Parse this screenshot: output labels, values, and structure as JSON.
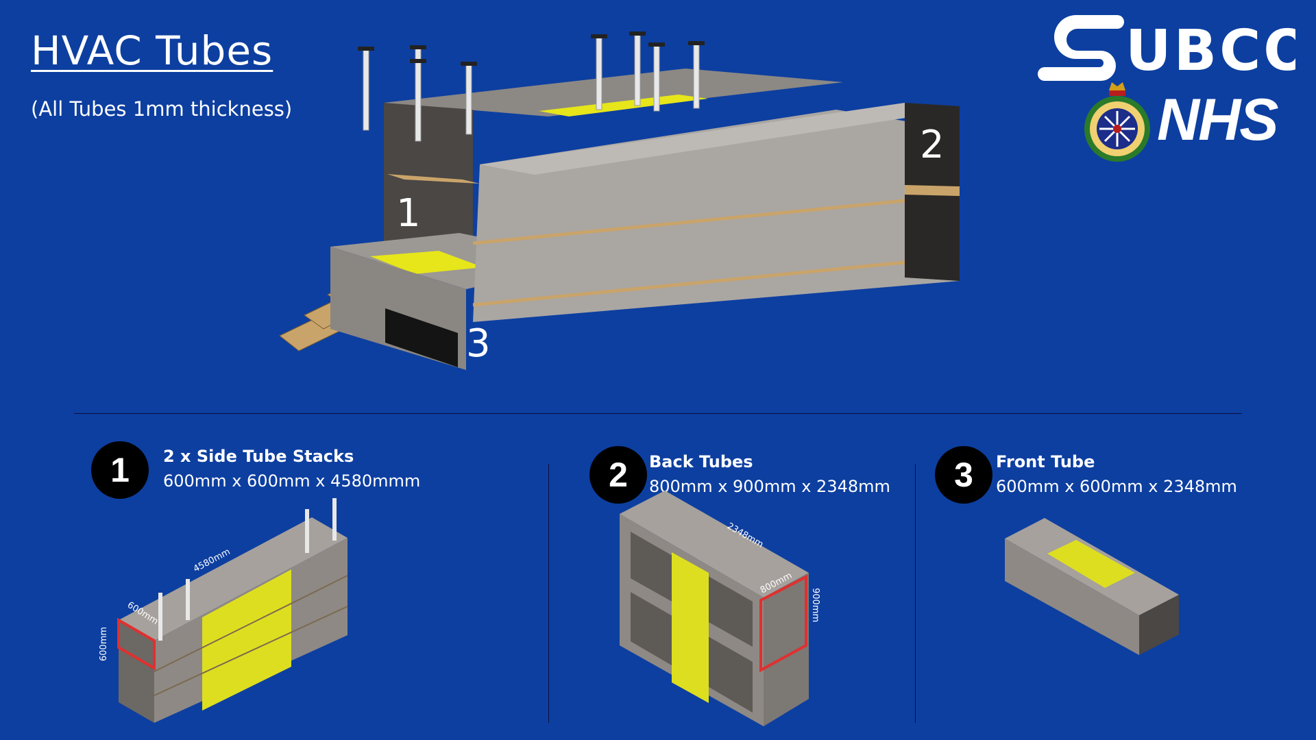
{
  "header": {
    "title": "HVAC Tubes",
    "subtitle": "(All Tubes 1mm thickness)"
  },
  "logos": {
    "subco": "SUBCO",
    "nhs": "NHS"
  },
  "main_render": {
    "labels": [
      "1",
      "2",
      "3"
    ]
  },
  "items": [
    {
      "number": "1",
      "title": "2 x Side Tube Stacks",
      "dimensions": "600mm x 600mm x 4580mmm",
      "dim_labels": [
        "600mm",
        "600mm",
        "4580mm"
      ]
    },
    {
      "number": "2",
      "title": "Back Tubes",
      "dimensions": "800mm x 900mm x 2348mm",
      "dim_labels": [
        "2348mm",
        "800mm",
        "900mm"
      ]
    },
    {
      "number": "3",
      "title": "Front Tube",
      "dimensions": "600mm x 600mm x 2348mm"
    }
  ],
  "colors": {
    "background": "#0d3fa0",
    "tube_grey": "#9a9590",
    "panel_yellow": "#e6e61a",
    "highlight_red": "#e03030",
    "plywood": "#c9a46a"
  }
}
